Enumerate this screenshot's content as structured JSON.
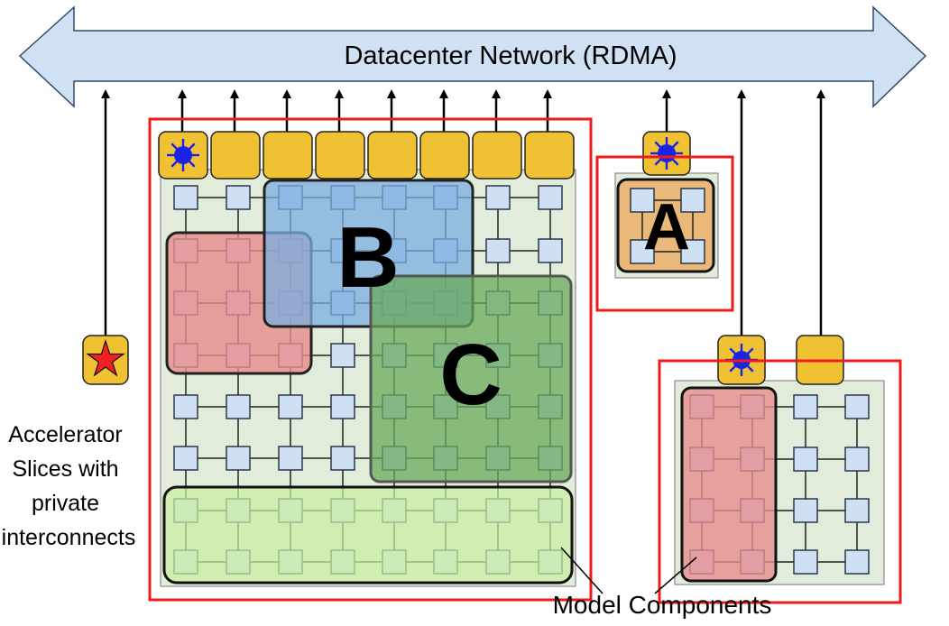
{
  "network": {
    "label": "Datacenter Network (RDMA)"
  },
  "components": {
    "a": "A",
    "b": "B",
    "c": "C"
  },
  "labels": {
    "slices": [
      "Accelerator",
      "Slices with",
      "private",
      "interconnects"
    ],
    "model_components": "Model Components"
  },
  "colors": {
    "network_fill": "#d0e1f3",
    "host_fill": "#f0c132",
    "chip_fill": "#cfe0f5",
    "slice_bg": "#e1ecda",
    "highlight_red": "#ef1b1b",
    "comp_a": "#eab97a",
    "comp_b": "#7aaee0",
    "comp_c": "#6aaa5c",
    "comp_red": "#e88c8c",
    "comp_bottom": "#c9eea0",
    "star": "#f02020",
    "sun": "#1a23e8"
  },
  "icons": {
    "sun": "sun-icon",
    "star": "star-icon"
  }
}
